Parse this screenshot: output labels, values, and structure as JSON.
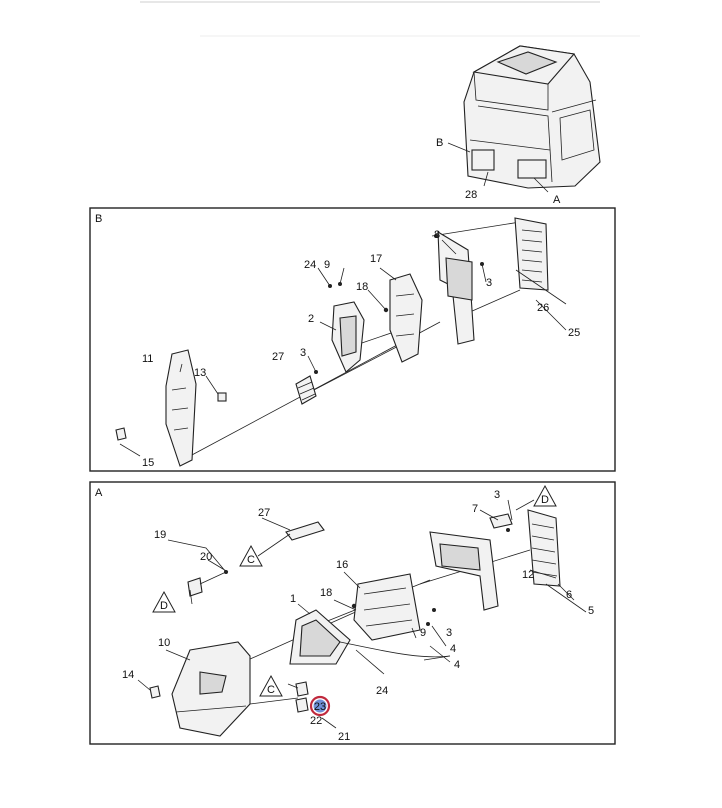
{
  "overview": {
    "label_b": "B",
    "label_a": "A",
    "label_28": "28"
  },
  "panel_b": {
    "title": "B",
    "labels": {
      "p8": "8",
      "p3a": "3",
      "p26": "26",
      "p25": "25",
      "p24": "24",
      "p9": "9",
      "p17": "17",
      "p18": "18",
      "p2": "2",
      "p27": "27",
      "p3b": "3",
      "p11": "11",
      "p13": "13",
      "p15": "15"
    }
  },
  "panel_a": {
    "title": "A",
    "labels": {
      "p7": "7",
      "p3a": "3",
      "pD1": "D",
      "p27": "27",
      "p19": "19",
      "p20": "20",
      "pC1": "C",
      "p16": "16",
      "p12": "12",
      "p6": "6",
      "p5": "5",
      "pD2": "D",
      "p18": "18",
      "p1": "1",
      "p9": "9",
      "p3b": "3",
      "p4a": "4",
      "p4b": "4",
      "p10": "10",
      "p14": "14",
      "pC2": "C",
      "p24": "24",
      "p22": "22",
      "p21": "21"
    },
    "highlighted": {
      "label": "23",
      "ring_color": "#c0293d",
      "fill_color": "#6f8fd6"
    }
  }
}
